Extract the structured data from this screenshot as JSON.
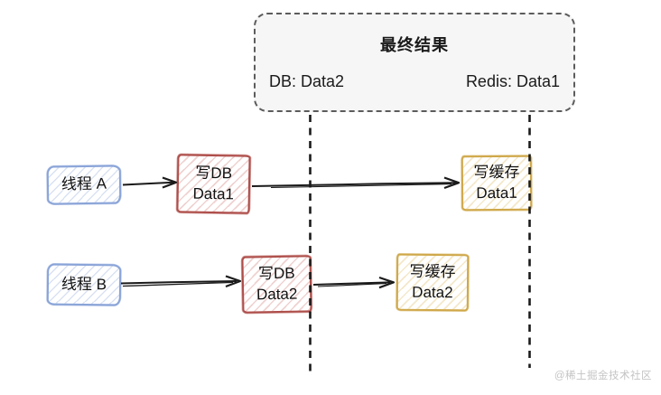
{
  "result": {
    "title": "最终结果",
    "db_state": "DB: Data2",
    "redis_state": "Redis: Data1"
  },
  "nodes": {
    "thread_a": {
      "label": "线程 A"
    },
    "thread_b": {
      "label": "线程 B"
    },
    "db_write_a": {
      "action": "写DB",
      "value": "Data1"
    },
    "db_write_b": {
      "action": "写DB",
      "value": "Data2"
    },
    "cache_write_a": {
      "action": "写缓存",
      "value": "Data1"
    },
    "cache_write_b": {
      "action": "写缓存",
      "value": "Data2"
    }
  },
  "colors": {
    "thread_box_border": "#8aa4d8",
    "db_box_border": "#ae4d49",
    "cache_box_border": "#cfa84a",
    "result_box_fill": "#f5f6f5",
    "result_box_border": "#5c5c5c",
    "wire": "#1a1a1a",
    "watermark": "#c4c4c4"
  },
  "watermark": "@稀土掘金技术社区"
}
